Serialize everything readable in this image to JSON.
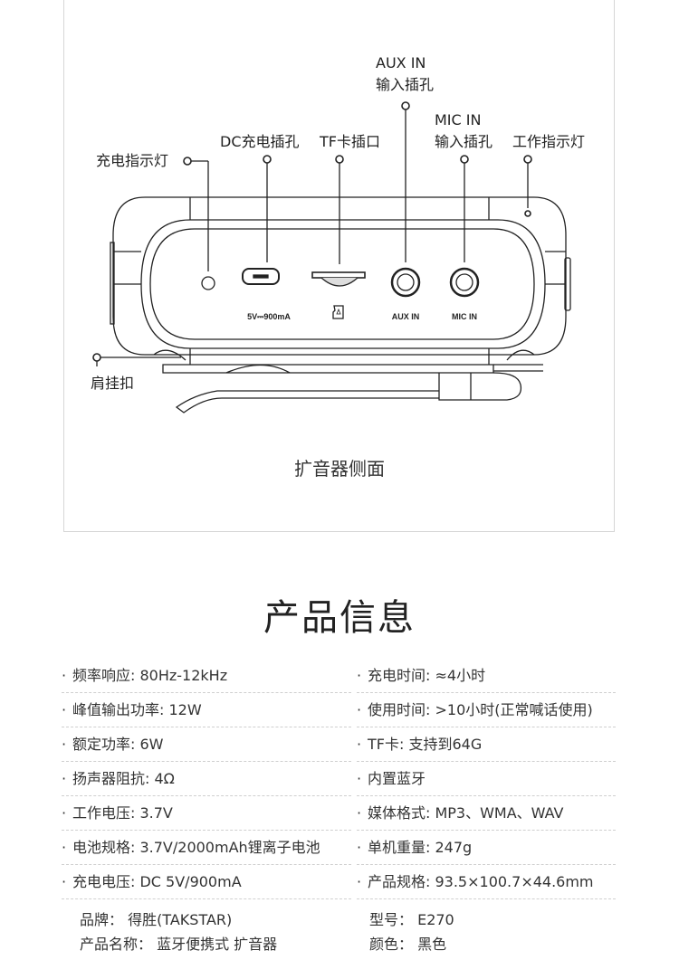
{
  "diagram": {
    "callouts": {
      "aux_in_line1": "AUX IN",
      "aux_in_line2": "输入插孔",
      "mic_in_line1": "MIC IN",
      "mic_in_line2": "输入插孔",
      "work_indicator": "工作指示灯",
      "dc_port": "DC充电插孔",
      "tf_slot": "TF卡插口",
      "charge_indicator": "充电指示灯",
      "shoulder_clip": "肩挂扣"
    },
    "panel_text": {
      "dc_rating": "5V⎓900mA",
      "aux": "AUX  IN",
      "mic": "MIC  IN"
    },
    "caption": "扩音器侧面"
  },
  "section_title": "产品信息",
  "specs_left": [
    "频率响应: 80Hz-12kHz",
    "峰值输出功率: 12W",
    "额定功率: 6W",
    "扬声器阻抗: 4Ω",
    "工作电压: 3.7V",
    "电池规格: 3.7V/2000mAh锂离子电池",
    "充电电压: DC  5V/900mA"
  ],
  "specs_right": [
    "充电时间: ≈4小时",
    "使用时间: >10小时(正常喊话使用)",
    "TF卡: 支持到64G",
    "内置蓝牙",
    "媒体格式: MP3、WMA、WAV",
    "单机重量: 247g",
    "产品规格: 93.5×100.7×44.6mm"
  ],
  "info": {
    "brand": "品牌：  得胜(TAKSTAR)",
    "product_name": "产品名称：  蓝牙便携式 扩音器",
    "model": "型号：  E270",
    "color": "颜色：  黑色"
  }
}
